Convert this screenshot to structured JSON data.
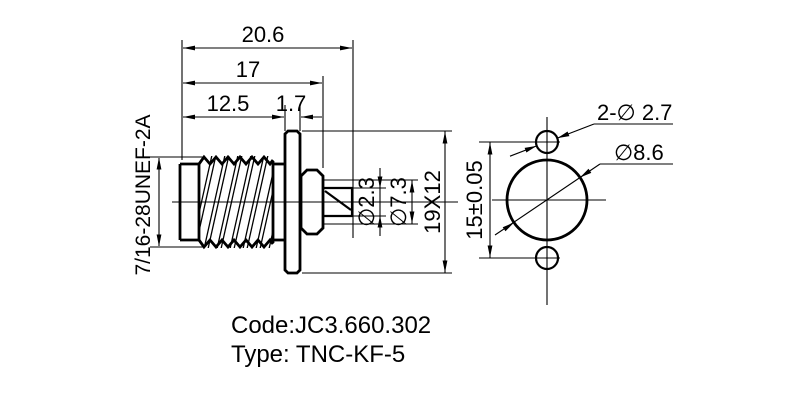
{
  "colors": {
    "background": "#ffffff",
    "ink": "#000000"
  },
  "side_view": {
    "thread_spec": "7/16-28UNEF-2A",
    "overall_length": "20.6",
    "body_length": "17",
    "thread_length": "12.5",
    "flange_thickness": "1.7",
    "pin_diameter": "∅2.3",
    "insulator_diameter": "∅7.3",
    "flange_size": "19X12"
  },
  "panel_cutout_view": {
    "mounting_holes": "2-∅ 2.7",
    "center_hole_diameter": "∅8.6",
    "hole_spacing": "15±0.05"
  },
  "footer": {
    "code": "Code:JC3.660.302",
    "type": "Type: TNC-KF-5"
  }
}
